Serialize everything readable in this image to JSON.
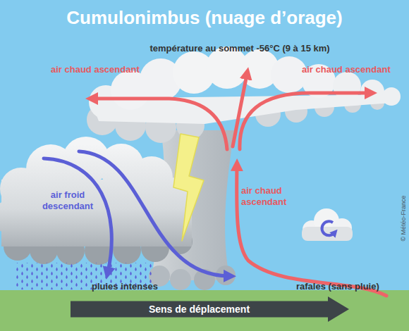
{
  "diagram": {
    "title": "Cumulonimbus (nuage d’orage)",
    "nodes": [
      {
        "text": [
          "Sens de déplacement"
        ]
      }
    ],
    "labels": [
      "température au sommet -56°C (9 à 15 km)",
      "air chaud ascendant",
      "air chaud ascendant",
      "air chaud ascendant",
      "air froid descendant",
      "pluies intenses",
      "rafales (sans pluie)",
      "© Météo-France"
    ]
  }
}
